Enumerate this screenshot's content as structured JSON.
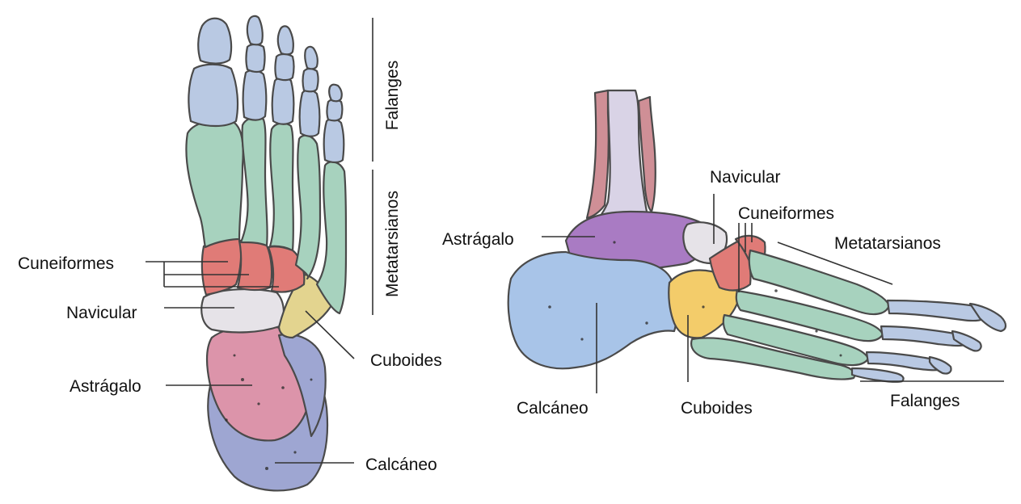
{
  "plantar_view": {
    "labels": {
      "falanges": "Falanges",
      "metatarsianos": "Metatarsianos",
      "cuneiformes": "Cuneiformes",
      "navicular": "Navicular",
      "cuboides": "Cuboides",
      "astragalo": "Astrágalo",
      "calcaneo": "Calcáneo"
    }
  },
  "lateral_view": {
    "labels": {
      "navicular": "Navicular",
      "cuneiformes": "Cuneiformes",
      "metatarsianos": "Metatarsianos",
      "astragalo": "Astrágalo",
      "calcaneo": "Calcáneo",
      "cuboides": "Cuboides",
      "falanges": "Falanges"
    }
  },
  "colors": {
    "falanges": "#b9c9e3",
    "metatarsianos": "#a7d2be",
    "cuneiformes": "#e07b77",
    "navicular": "#e6e3e8",
    "cuboides": "#e3d48f",
    "cuboides_lateral": "#f3cc6a",
    "astragalo": "#dc94aa",
    "astragalo_lateral": "#a97bc3",
    "calcaneo": "#9ea6d2",
    "calcaneo_lateral": "#a8c4e8",
    "tibia": "#d9d3e6",
    "fibula": "#cf8f96",
    "outline": "#4a4a4a"
  }
}
